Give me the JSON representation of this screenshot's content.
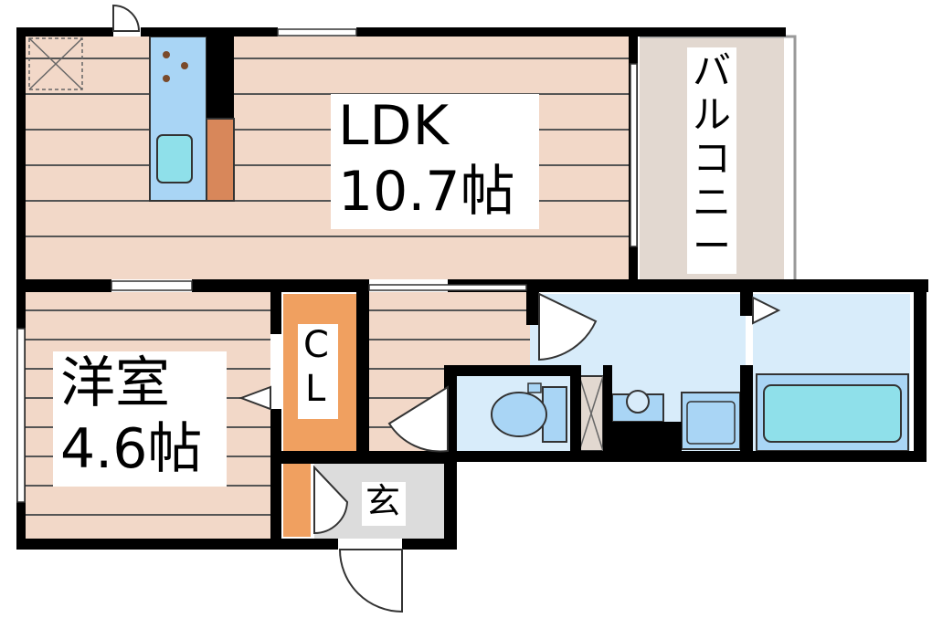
{
  "rooms": {
    "ldk": {
      "name": "LDK",
      "size": "10.7帖"
    },
    "western_room": {
      "name": "洋室",
      "size": "4.6帖"
    },
    "closet": {
      "c": "C",
      "l": "L"
    },
    "entrance": {
      "name": "玄"
    },
    "balcony": {
      "chars": [
        "バ",
        "ル",
        "コ",
        "ニ",
        "ー"
      ]
    }
  },
  "colors": {
    "floor_wood": "#f2d8c8",
    "floor_line": "#444444",
    "wall": "#000000",
    "closet_fill": "#f0a060",
    "wet_area": "#d8ecfa",
    "fixture": "#a9d5f5",
    "balcony": "#e2d8d0",
    "entrance_floor": "#dcdcdc",
    "kitchen_accent": "#d8875a"
  }
}
